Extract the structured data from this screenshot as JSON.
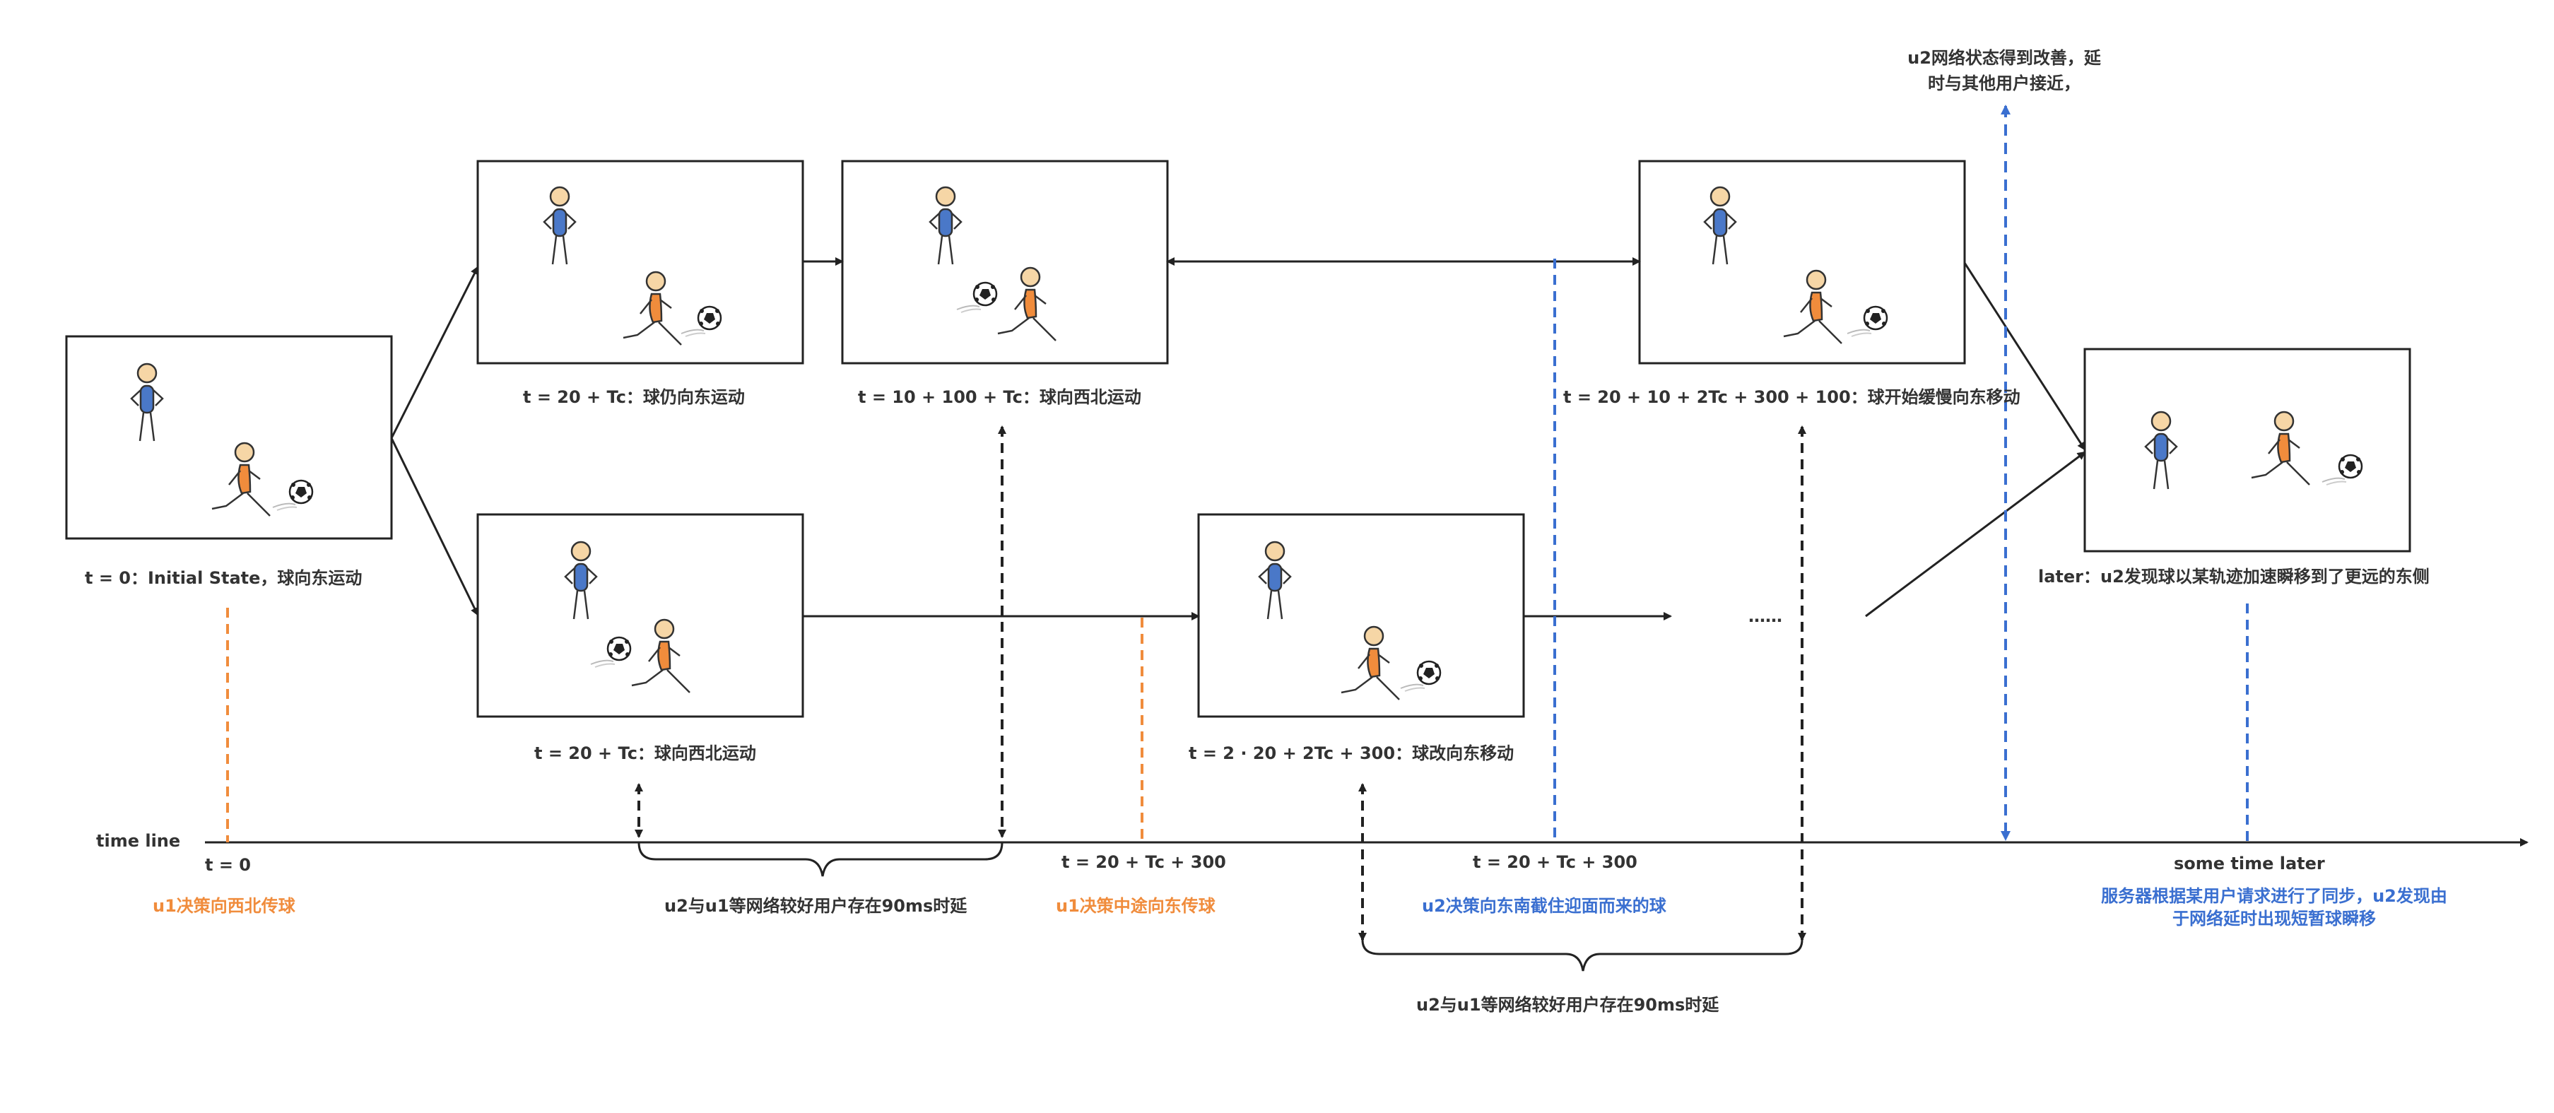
{
  "scenes": {
    "s0": "t = 0：Initial State，球向东运动",
    "s1": "t = 20 + Tc：球仍向东运动",
    "s2": "t = 10 + 100 + Tc：球向西北运动",
    "s3": "t = 20 + 10 + 2Tc + 300 + 100：球开始缓慢向东移动",
    "s4": "t = 20 + Tc：球向西北运动",
    "s5": "t = 2 · 20 + 2Tc + 300：球改向东移动",
    "s6": "later：u2发现球以某轨迹加速瞬移到了更远的东侧"
  },
  "dots": "……",
  "timeline": {
    "label": "time line",
    "ticks": [
      "t = 0",
      "t = 20 + Tc + 300",
      "t = 20 + Tc + 300",
      "some time later"
    ]
  },
  "events": {
    "u1_initial": "u1决策向西北传球",
    "u1_mid": "u1决策中途向东传球",
    "u2_intercept": "u2决策向东南截住迎面而来的球",
    "latency_1": "u2与u1等网络较好用户存在90ms时延",
    "latency_2": "u2与u1等网络较好用户存在90ms时延",
    "sync_line1": "服务器根据某用户请求进行了同步，u2发现由",
    "sync_line2": "于网络延时出现短暂球瞬移",
    "improve_line1": "u2网络状态得到改善，延",
    "improve_line2": "时与其他用户接近，"
  },
  "colors": {
    "orange": "#f08c3c",
    "blue": "#3a6fd0",
    "line": "#222222"
  }
}
